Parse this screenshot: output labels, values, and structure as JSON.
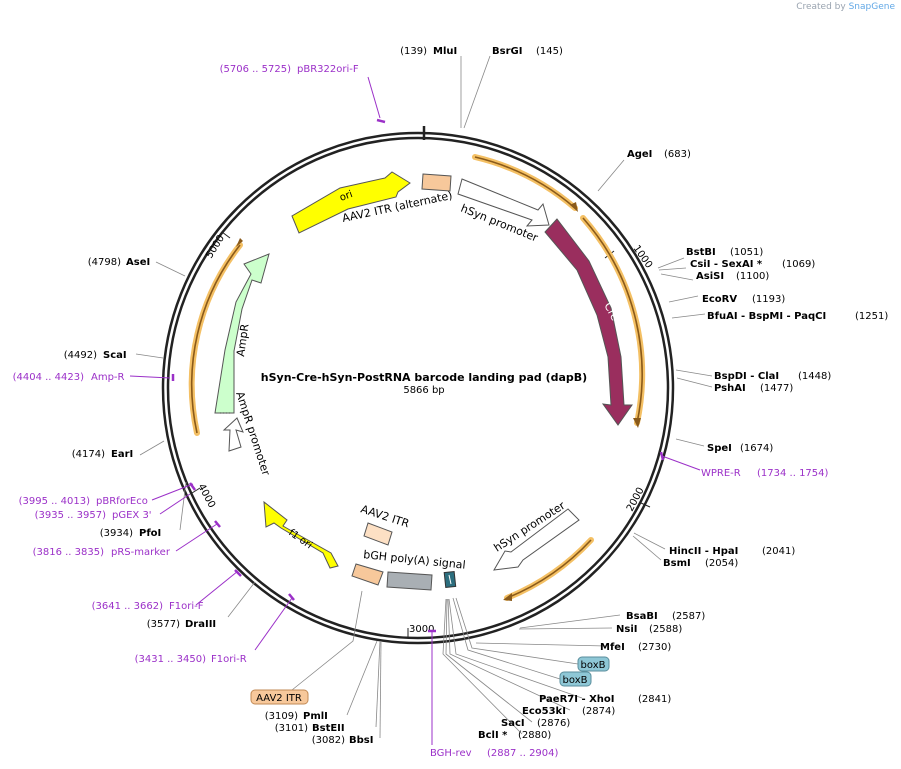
{
  "watermark": {
    "prefix": "Created by",
    "brand": "SnapGene"
  },
  "title": "hSyn-Cre-hSyn-PostRNA barcode landing pad (dapB)",
  "length": "5866 bp",
  "colors": {
    "backbone": "#222222",
    "primer": "#9b30c8",
    "yellow": "#ffff00",
    "cre": "#9a2e5e",
    "orange_hl": "#f4c064",
    "itr": "#f7c89b",
    "poly": "#a9afb4",
    "teal": "#2c6e7e",
    "ampr": "#ccffcc",
    "boxb": "#8ec7d6"
  },
  "ticks": [
    {
      "label": "1000"
    },
    {
      "label": "2000"
    },
    {
      "label": "3000"
    },
    {
      "label": "4000"
    },
    {
      "label": "5000"
    }
  ],
  "features": [
    {
      "name": "ori",
      "label": "ori",
      "type": "arrow",
      "color": "#ffff00"
    },
    {
      "name": "aav2-itr-alternate",
      "label": "AAV2 ITR (alternate)",
      "type": "box",
      "color": "#f7c89b"
    },
    {
      "name": "hsyn-promoter-1",
      "label": "hSyn promoter",
      "type": "arrow",
      "color": "#ffffff"
    },
    {
      "name": "cre",
      "label": "Cre",
      "type": "arrow",
      "color": "#9a2e5e"
    },
    {
      "name": "hsyn-promoter-2",
      "label": "hSyn promoter",
      "type": "arrow",
      "color": "#ffffff"
    },
    {
      "name": "teal-marker",
      "label": "",
      "type": "box",
      "color": "#2c6e7e"
    },
    {
      "name": "bgh-polya",
      "label": "bGH poly(A) signal",
      "type": "box",
      "color": "#a9afb4"
    },
    {
      "name": "aav2-itr",
      "label": "AAV2 ITR",
      "type": "box",
      "color": "#f7c89b"
    },
    {
      "name": "f1-ori",
      "label": "f1 ori",
      "type": "arrow",
      "color": "#ffff00"
    },
    {
      "name": "ampr-promoter",
      "label": "AmpR promoter",
      "type": "arrow",
      "color": "#ffffff"
    },
    {
      "name": "ampr",
      "label": "AmpR",
      "type": "arrow",
      "color": "#ccffcc"
    }
  ],
  "sites": [
    {
      "pos": "(139)",
      "name": "MluI"
    },
    {
      "pos": "(145)",
      "name": "BsrGI"
    },
    {
      "pos": "(683)",
      "name": "AgeI"
    },
    {
      "pos": "(1051)",
      "name": "BstBI"
    },
    {
      "pos": "(1069)",
      "name": "CsiI   - SexAI *"
    },
    {
      "pos": "(1100)",
      "name": "AsiSI"
    },
    {
      "pos": "(1193)",
      "name": "EcoRV"
    },
    {
      "pos": "(1251)",
      "name": "BfuAI   - BspMI   - PaqCI"
    },
    {
      "pos": "(1448)",
      "name": "BspDI   - ClaI"
    },
    {
      "pos": "(1477)",
      "name": "PshAI"
    },
    {
      "pos": "(1674)",
      "name": "SpeI"
    },
    {
      "pos": "(2041)",
      "name": "HincII   - HpaI"
    },
    {
      "pos": "(2054)",
      "name": "BsmI"
    },
    {
      "pos": "(2587)",
      "name": "BsaBI"
    },
    {
      "pos": "(2588)",
      "name": "NsiI"
    },
    {
      "pos": "(2730)",
      "name": "MfeI"
    },
    {
      "pos": "(2841)",
      "name": "PaeR7I   - XhoI"
    },
    {
      "pos": "(2874)",
      "name": "Eco53kI"
    },
    {
      "pos": "(2876)",
      "name": "SacI"
    },
    {
      "pos": "(2880)",
      "name": "BclI *"
    },
    {
      "pos": "(3082)",
      "name": "BbsI"
    },
    {
      "pos": "(3101)",
      "name": "BstEII"
    },
    {
      "pos": "(3109)",
      "name": "PmlI"
    },
    {
      "pos": "(3577)",
      "name": "DraIII"
    },
    {
      "pos": "(3934)",
      "name": "PfoI"
    },
    {
      "pos": "(4174)",
      "name": "EarI"
    },
    {
      "pos": "(4492)",
      "name": "ScaI"
    },
    {
      "pos": "(4798)",
      "name": "AseI"
    }
  ],
  "primers": [
    {
      "pos": "(5706 .. 5725)",
      "name": "pBR322ori-F"
    },
    {
      "pos": "(1734 .. 1754)",
      "name": "WPRE-R"
    },
    {
      "pos": "(2887 .. 2904)",
      "name": "BGH-rev"
    },
    {
      "pos": "(3431 .. 3450)",
      "name": "F1ori-R"
    },
    {
      "pos": "(3641 .. 3662)",
      "name": "F1ori-F"
    },
    {
      "pos": "(3816 .. 3835)",
      "name": "pRS-marker"
    },
    {
      "pos": "(3935 .. 3957)",
      "name": "pGEX 3'"
    },
    {
      "pos": "(3995 .. 4013)",
      "name": "pBRforEco"
    },
    {
      "pos": "(4404 .. 4423)",
      "name": "Amp-R"
    }
  ],
  "tags": [
    {
      "label": "boxB"
    },
    {
      "label": "boxB"
    },
    {
      "label": "AAV2 ITR"
    }
  ]
}
